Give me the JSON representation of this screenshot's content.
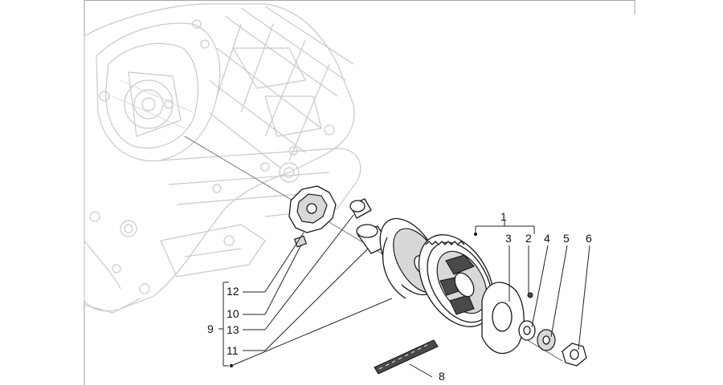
{
  "callouts": {
    "c1": "1",
    "c2": "2",
    "c3": "3",
    "c4": "4",
    "c5": "5",
    "c6": "6",
    "c8": "8",
    "c9": "9",
    "c10": "10",
    "c11": "11",
    "c12": "12",
    "c13": "13"
  }
}
